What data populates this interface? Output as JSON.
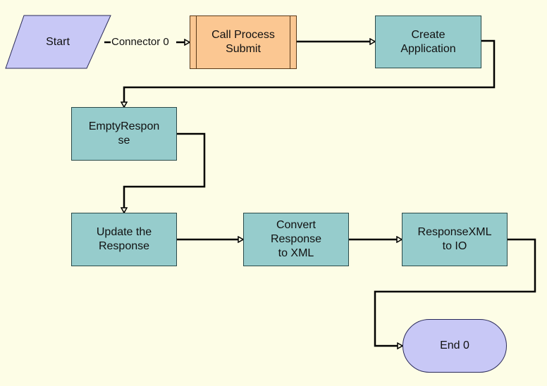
{
  "nodes": {
    "start": "Start",
    "call_process": "Call Process\nSubmit",
    "create_application": "Create\nApplication",
    "empty_response": "EmptyRespon\nse",
    "update_response": "Update the\nResponse",
    "convert_response": "Convert\nResponse\nto XML",
    "response_xml": "ResponseXML\nto IO",
    "end": "End 0"
  },
  "connectors": {
    "start_to_call": "Connector 0"
  },
  "colors": {
    "background": "#fdfde6",
    "step_fill": "#96cccc",
    "subprocess_fill": "#fbc792",
    "terminal_fill": "#c8c8f6",
    "line": "#000000"
  }
}
